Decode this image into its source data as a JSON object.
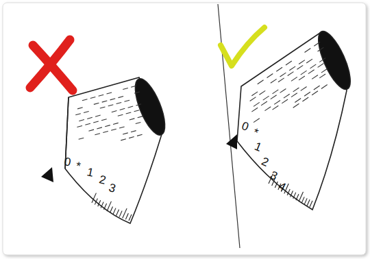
{
  "diagram": {
    "labels": [
      "0",
      "*",
      "1",
      "2",
      "3",
      "0",
      "*",
      "1",
      "2",
      "3",
      "4"
    ]
  }
}
